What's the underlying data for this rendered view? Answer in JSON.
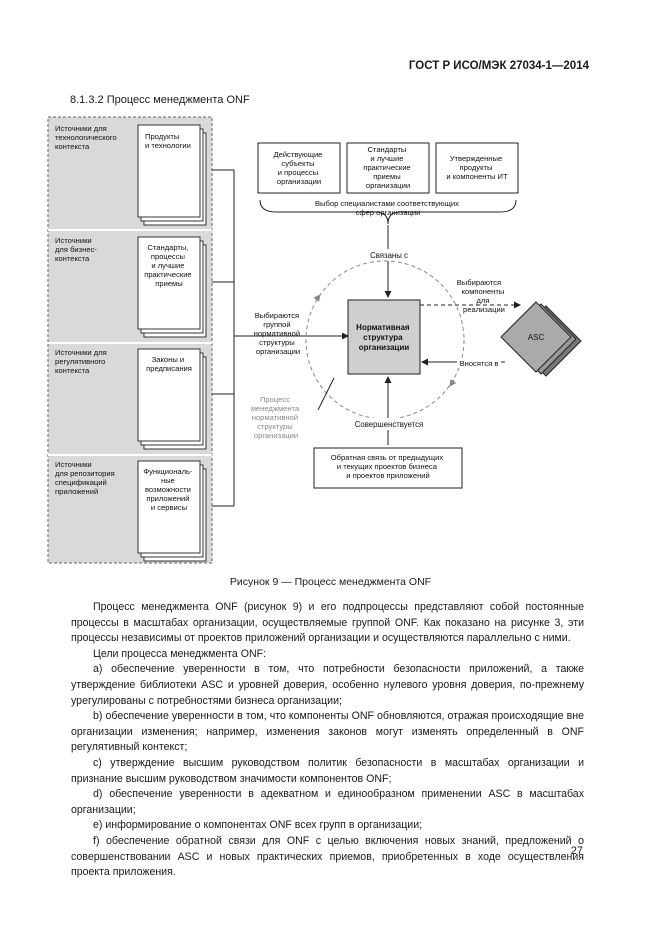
{
  "header": {
    "standard": "ГОСТ Р ИСО/МЭК 27034-1—2014"
  },
  "section": {
    "title": "8.1.3.2  Процесс менеджмента ONF"
  },
  "diagram": {
    "sources": [
      {
        "label": [
          "Источники для",
          "технологического",
          "контекста"
        ],
        "doc": [
          "Продукты",
          "и технологии"
        ]
      },
      {
        "label": [
          "Источники",
          "для бизнес-",
          "контекста"
        ],
        "doc": [
          "Стандарты,",
          "процессы",
          "и лучшие",
          "практические",
          "приемы"
        ]
      },
      {
        "label": [
          "Источники для",
          "регулятивного",
          "контекста"
        ],
        "doc": [
          "Законы и",
          "предписания"
        ]
      },
      {
        "label": [
          "Источники",
          "для репозитория",
          "спецификаций",
          "приложений"
        ],
        "doc": [
          "Функциональ-",
          "ные",
          "возможности",
          "приложений",
          "и сервисы"
        ]
      }
    ],
    "top_boxes": [
      [
        "Действующие",
        "субъекты",
        "и процессы",
        "организации"
      ],
      [
        "Стандарты",
        "и лучшие",
        "практические",
        "приемы",
        "организации"
      ],
      [
        "Утвержденные",
        "продукты",
        "и компоненты ИТ"
      ]
    ],
    "experts": [
      "Выбор специалистами соответствующих",
      "сфер организации"
    ],
    "linked_with": "Связаны с",
    "selected_by_group": [
      "Выбираются",
      "группой",
      "нормативной",
      "структуры",
      "организации"
    ],
    "process_label": [
      "Процесс",
      "менеджмента",
      "нормативной",
      "структуры",
      "организации"
    ],
    "onf_box": [
      "Нормативная",
      "структура",
      "организации"
    ],
    "selected_components": [
      "Выбираются",
      "компоненты",
      "для",
      "реализации"
    ],
    "asc": "ASC",
    "inserted_into": "Вносятся в",
    "improved": "Совершенствуется",
    "feedback": [
      "Обратная связь от предыдущих",
      "и текущих проектов бизнеса",
      "и проектов приложений"
    ]
  },
  "caption": "Рисунок 9 — Процесс менеджмента ONF",
  "body": {
    "paragraphs": [
      "Процесс менеджмента ONF (рисунок 9) и его подпроцессы представляют собой постоянные процессы в масштабах организации, осуществляемые группой ONF. Как показано на рисунке 3, эти процессы независимы от проектов приложений организации и осуществляются параллельно с ними.",
      "Цели процесса менеджмента ONF:",
      "a) обеспечение уверенности в том, что потребности безопасности приложений, а также утверждение библиотеки ASC и уровней доверия, особенно нулевого уровня доверия, по-прежнему урегулированы с потребностями бизнеса организации;",
      "b) обеспечение уверенности в том, что компоненты ONF обновляются, отражая происходящие вне организации изменения; например, изменения законов могут изменять определенный в ONF регулятивный контекст;",
      "c) утверждение высшим руководством политик безопасности в масштабах организации и признание высшим руководством значимости компонентов ONF;",
      "d) обеспечение уверенности в адекватном и единообразном применении ASC в масштабах организации;",
      "e) информирование о компонентах ONF всех групп в организации;",
      "f) обеспечение обратной связи для ONF с целью включения новых знаний, предложений о совершенствовании ASC и новых практических приемов, приобретенных в ходе осуществления проекта приложения."
    ]
  },
  "page_number": "27"
}
